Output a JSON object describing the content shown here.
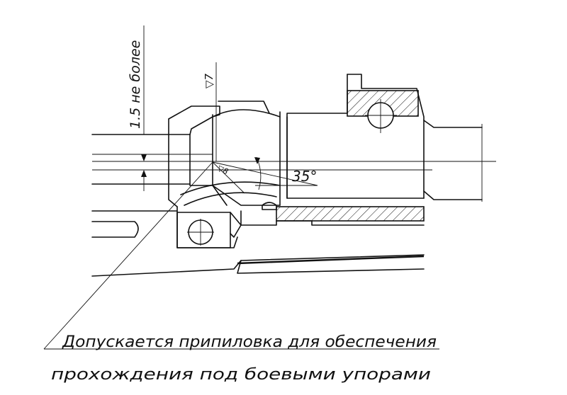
{
  "annotations": {
    "tolerance": "1.5 не более",
    "roughness_top": "▽7",
    "roughness_small": "▽8",
    "angle": "35°"
  },
  "note": {
    "line1": "Допускается припиловка для обеспечения",
    "line2": "прохождения под боевыми упорами"
  }
}
